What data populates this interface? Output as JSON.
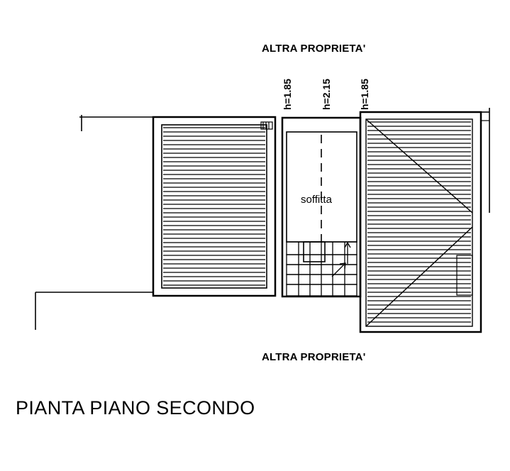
{
  "drawing": {
    "title": "PIANTA PIANO SECONDO",
    "top_label": "ALTRA PROPRIETA'",
    "bottom_label": "ALTRA PROPRIETA'",
    "room_label": "soffitta",
    "height_labels": [
      {
        "id": "h-left",
        "text": "h=1.85"
      },
      {
        "id": "h-center",
        "text": "h=2.15"
      },
      {
        "id": "h-right",
        "text": "h=1.85"
      }
    ],
    "colors": {
      "ink": "#000000",
      "paper": "#ffffff"
    }
  }
}
